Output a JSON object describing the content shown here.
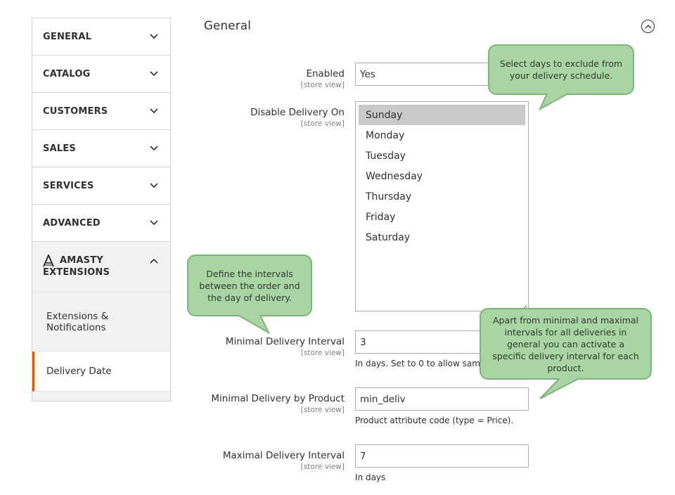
{
  "sidebar": {
    "items": [
      {
        "label": "GENERAL"
      },
      {
        "label": "CATALOG"
      },
      {
        "label": "CUSTOMERS"
      },
      {
        "label": "SALES"
      },
      {
        "label": "SERVICES"
      },
      {
        "label": "ADVANCED"
      }
    ],
    "amasty": {
      "label_line1": "AMASTY",
      "label_line2": "EXTENSIONS"
    },
    "sub_items": [
      {
        "label": "Extensions & Notifications",
        "active": false
      },
      {
        "label": "Delivery Date",
        "active": true
      }
    ]
  },
  "section": {
    "title": "General"
  },
  "fields": {
    "enabled": {
      "label": "Enabled",
      "scope": "[store view]",
      "value": "Yes"
    },
    "disable_delivery_on": {
      "label": "Disable Delivery On",
      "scope": "[store view]",
      "options": [
        "Sunday",
        "Monday",
        "Tuesday",
        "Wednesday",
        "Thursday",
        "Friday",
        "Saturday"
      ],
      "selected": "Sunday"
    },
    "min_interval": {
      "label": "Minimal Delivery Interval",
      "scope": "[store view]",
      "value": "3",
      "note": "In days. Set to 0 to allow same c"
    },
    "min_by_product": {
      "label": "Minimal Delivery by Product",
      "scope": "[store view]",
      "value": "min_deliv",
      "note": "Product attribute code (type = Price)."
    },
    "max_interval": {
      "label": "Maximal Delivery Interval",
      "scope": "[store view]",
      "value": "7",
      "note": "In days"
    }
  },
  "callouts": {
    "exclude_days": "Select days to exclude from your delivery schedule.",
    "intervals": "Define the intervals between the order and the day of delivery.",
    "per_product": "Apart from minimal and maximal intervals for all deliveries in general you can activate a specific delivery interval for each product."
  },
  "colors": {
    "callout_bg": "#a9d4a3",
    "callout_border": "#7fb478",
    "active_accent": "#eb5202",
    "selected_option": "#c9c9c9"
  },
  "icons": {
    "sidebar_chevron": "chevron-down-icon",
    "amasty_chevron": "chevron-up-icon",
    "collapse": "collapse-up-icon",
    "logo": "amasty-logo-icon"
  }
}
